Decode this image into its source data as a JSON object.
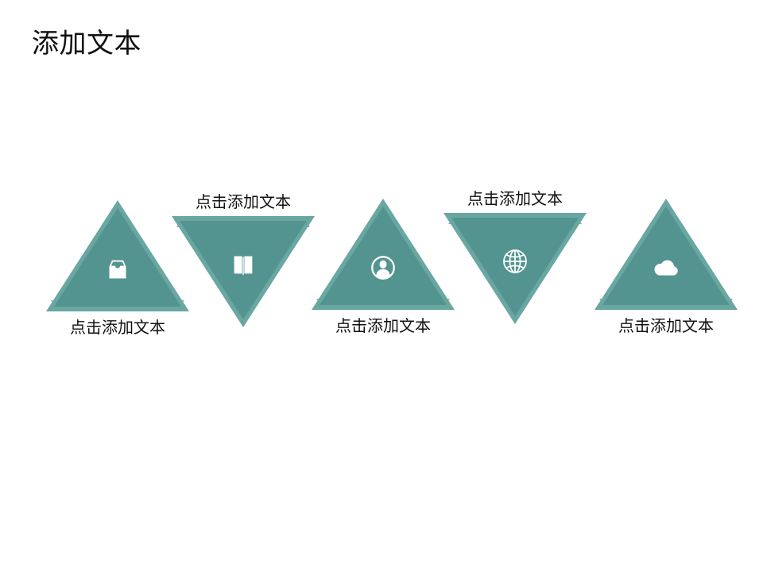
{
  "slide": {
    "background_color": "#ffffff",
    "title": "添加文本"
  },
  "theme": {
    "teal_light": "#6aa7a2",
    "teal_dark": "#539490",
    "bar_gray": "#9ea7ab",
    "text_color": "#111111",
    "icon_color": "#ffffff"
  },
  "items": [
    {
      "id": "item-0",
      "icon": "inbox-icon",
      "direction": "up",
      "caption": "点击添加文本"
    },
    {
      "id": "item-1",
      "icon": "book-icon",
      "direction": "down",
      "caption": "点击添加文本"
    },
    {
      "id": "item-2",
      "icon": "user-icon",
      "direction": "up",
      "caption": "点击添加文本"
    },
    {
      "id": "item-3",
      "icon": "globe-icon",
      "direction": "down",
      "caption": "点击添加文本"
    },
    {
      "id": "item-4",
      "icon": "cloud-icon",
      "direction": "up",
      "caption": "点击添加文本"
    }
  ]
}
